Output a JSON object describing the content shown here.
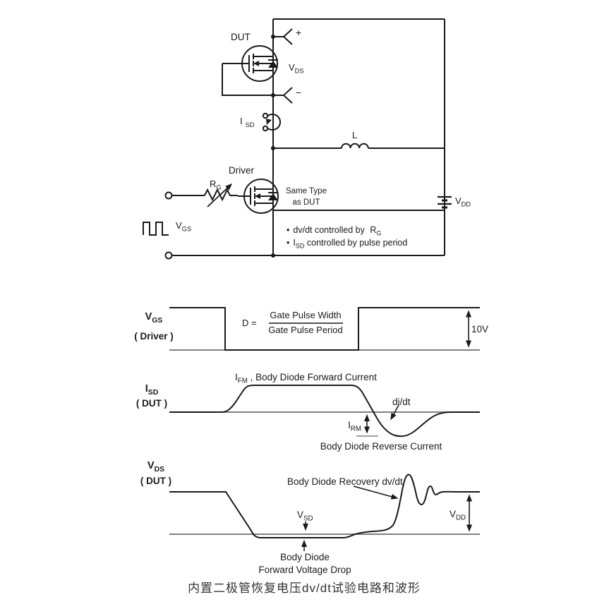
{
  "colors": {
    "line": "#1a1a1a",
    "zero_line": "#808080",
    "caption_text": "#333333"
  },
  "circuit": {
    "dut_label": "DUT",
    "vds_probe_label": {
      "main": "V",
      "sub": "DS"
    },
    "plus_sign": "+",
    "minus_sign": "−",
    "isd_probe_label": {
      "main": "I",
      "sub": "SD"
    },
    "inductor_label": "L",
    "vdd_label": {
      "main": "V",
      "sub": "DD"
    },
    "driver_label": "Driver",
    "rg_label": {
      "main": "R",
      "sub": "G"
    },
    "same_type_note": {
      "line1": "Same Type",
      "line2": "as DUT"
    },
    "vgs_source_label": {
      "main": "V",
      "sub": "GS"
    },
    "notes": {
      "bullet": "•",
      "note1_text": "dv/dt controlled by ",
      "note1_ref": {
        "main": "R",
        "sub": "G"
      },
      "note2_ref": {
        "main": "I",
        "sub": "SD"
      },
      "note2_text": " controlled by pulse period"
    }
  },
  "waveforms": {
    "vgs": {
      "axis_label": {
        "main": "V",
        "sub": "GS"
      },
      "axis_sublabel": "( Driver )",
      "duty_prefix": "D =",
      "duty_numerator": "Gate Pulse Width",
      "duty_denominator": "Gate Pulse Period",
      "amplitude_label": "10V"
    },
    "isd": {
      "axis_label": {
        "main": "I",
        "sub": "SD"
      },
      "axis_sublabel": "( DUT )",
      "ifm_label": {
        "main": "I",
        "sub": "FM",
        "rest": " , Body Diode Forward Current"
      },
      "didt_label": "di/dt",
      "irm_label": {
        "main": "I",
        "sub": "RM"
      },
      "reverse_label": "Body Diode Reverse Current"
    },
    "vds": {
      "axis_label": {
        "main": "V",
        "sub": "DS"
      },
      "axis_sublabel": "( DUT )",
      "recovery_label": "Body Diode Recovery dv/dt",
      "vsd_label": {
        "main": "V",
        "sub": "SD"
      },
      "vdd_label": {
        "main": "V",
        "sub": "DD"
      },
      "forward_drop_label": {
        "line1": "Body Diode",
        "line2": "Forward Voltage Drop"
      }
    }
  },
  "caption": "内置二极管恢复电压dv/dt试验电路和波形"
}
